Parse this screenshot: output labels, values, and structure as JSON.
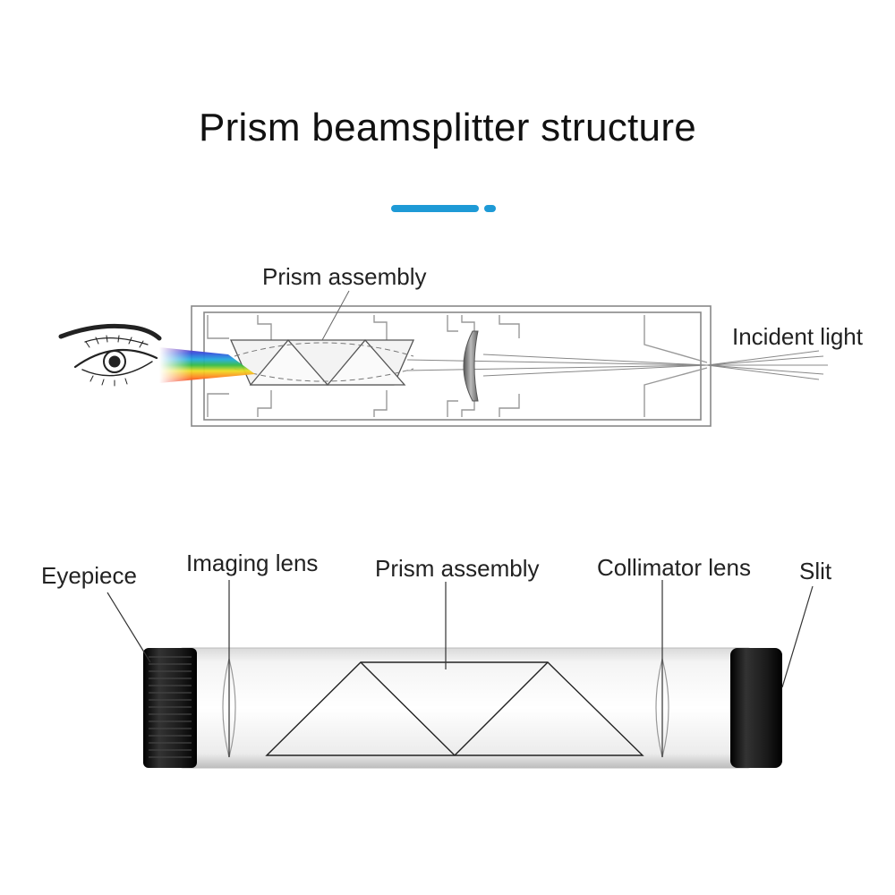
{
  "title": "Prism beamsplitter structure",
  "accent_color": "#1e9ad6",
  "top_diagram": {
    "labels": {
      "prism_assembly": "Prism assembly",
      "incident_light": "Incident light"
    }
  },
  "bottom_diagram": {
    "labels": {
      "eyepiece": "Eyepiece",
      "imaging_lens": "Imaging lens",
      "prism_assembly": "Prism assembly",
      "collimator_lens": "Collimator lens",
      "slit": "Slit"
    }
  },
  "spectrum_colors": [
    "#7b2fb8",
    "#3355dd",
    "#22aadd",
    "#33bb44",
    "#eedd22",
    "#ff8822",
    "#ee2222"
  ]
}
